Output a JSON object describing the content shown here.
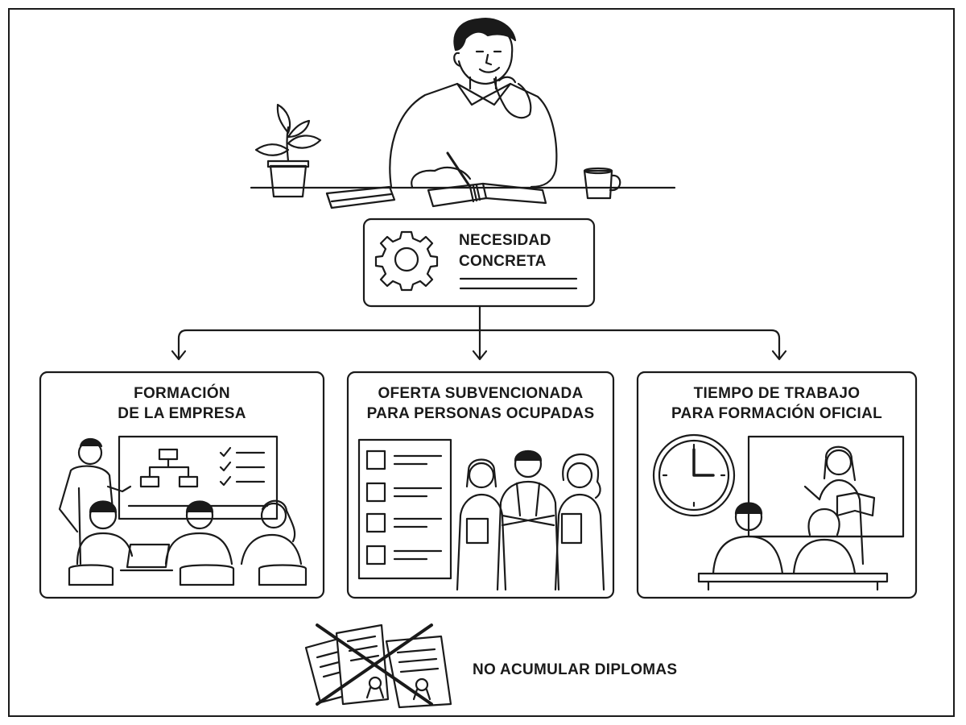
{
  "center_node": {
    "title_line1": "NECESIDAD",
    "title_line2": "CONCRETA",
    "icon": "gear-icon"
  },
  "options": [
    {
      "title_line1": "FORMACIÓN",
      "title_line2": "DE LA EMPRESA",
      "illustration": "company-training-scene"
    },
    {
      "title_line1": "OFERTA SUBVENCIONADA",
      "title_line2": "PARA PERSONAS OCUPADAS",
      "illustration": "subsidized-offer-scene"
    },
    {
      "title_line1": "TIEMPO DE TRABAJO",
      "title_line2": "PARA FORMACIÓN OFICIAL",
      "illustration": "official-training-scene"
    }
  ],
  "footer_note": {
    "text": "NO ACUMULAR DIPLOMAS",
    "icon": "crossed-diplomas-icon"
  },
  "colors": {
    "ink": "#1a1a1a",
    "background": "#ffffff"
  }
}
